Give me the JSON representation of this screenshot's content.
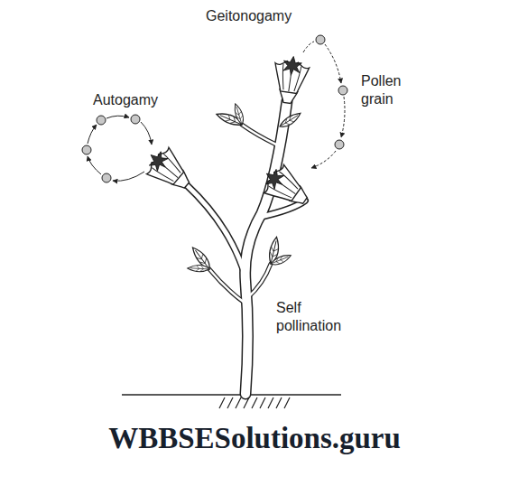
{
  "diagram": {
    "labels": [
      "Geitonogamy",
      "Autogamy",
      "Pollen grain",
      "Self pollination",
      "WBBSESolutions.guru"
    ]
  }
}
